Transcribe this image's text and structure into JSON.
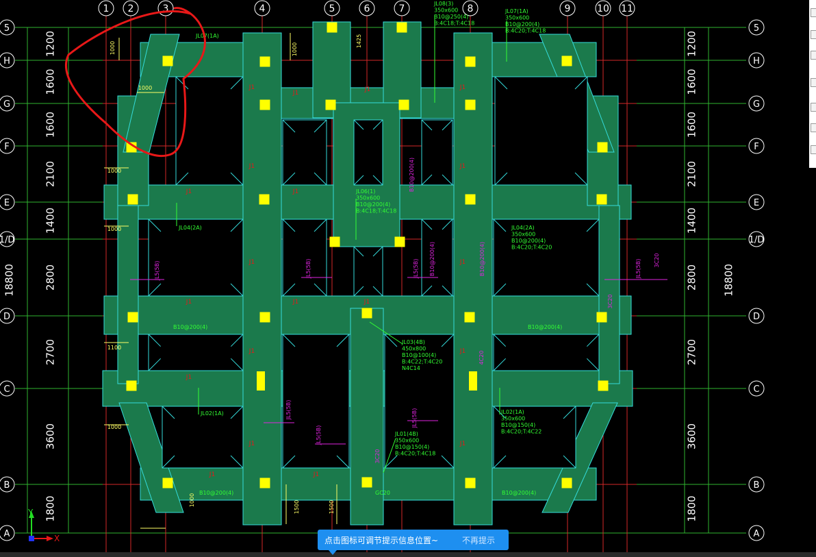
{
  "grid": {
    "top_labels": [
      "1",
      "2",
      "3",
      "4",
      "5",
      "6",
      "7",
      "8",
      "9",
      "10",
      "11"
    ],
    "side_labels": [
      "5",
      "H",
      "G",
      "F",
      "E",
      "1/D",
      "D",
      "C",
      "B",
      "A"
    ],
    "left_dims": [
      "1200",
      "1600",
      "1600",
      "2100",
      "1400",
      "2800",
      "2700",
      "3600",
      "1800"
    ],
    "right_dims": [
      "1200",
      "1600",
      "1600",
      "2100",
      "1400",
      "2800",
      "2700",
      "3600",
      "1800"
    ],
    "total_dim": "18800"
  },
  "dim_labels": [
    "1000",
    "1000",
    "1425",
    "1000",
    "1000",
    "1000",
    "1100",
    "1000",
    "1000",
    "1500",
    "1500"
  ],
  "beam_labels": {
    "jl07_top_left": "JL07(1A)",
    "jl08": [
      "JL08(3)",
      "350x600",
      "B10@250(4)",
      "B:4C18;T:4C18"
    ],
    "jl07_top_right": [
      "JL07(1A)",
      "350x600",
      "B10@200(4)",
      "B:4C20;T:4C18"
    ],
    "jl06": [
      "JL06(1)",
      "350x600",
      "B10@200(4)",
      "B:4C18;T:4C18"
    ],
    "jl04_left": "JL04(2A)",
    "jl04_right": [
      "JL04(2A)",
      "350x600",
      "B10@200(4)",
      "B:4C20;T:4C20"
    ],
    "jl03": [
      "JL03(4B)",
      "450x800",
      "B10@100(4)",
      "B:4C22;T:4C20",
      "N4C14"
    ],
    "jl02_left": "JL02(1A)",
    "jl02_right": [
      "JL02(1A)",
      "350x600",
      "B10@150(4)",
      "B:4C20;T:4C22"
    ],
    "jl01": [
      "JL01(4B)",
      "350x600",
      "B10@150(4)",
      "B:4C20;T:4C18"
    ],
    "stirrups": [
      "B10@200(4)",
      "B10@200(4)",
      "B10@200(4)",
      "B10@200(4)"
    ],
    "jl05": [
      "JL5(5B)",
      "JL5(5B)",
      "JL5(5B)",
      "JL5(5B)",
      "JL5(5B)",
      "JL5(5B)",
      "JL5(5B)"
    ],
    "j_marks": [
      "J1",
      "J1",
      "J1",
      "J1",
      "J1",
      "J1",
      "J1",
      "J1",
      "J1",
      "J1",
      "J1",
      "J1",
      "J1",
      "J1",
      "J1",
      "J1",
      "J1",
      "J1",
      "J1",
      "J1"
    ],
    "misc_magenta": [
      "B10@200(4)",
      "B10@200(4)",
      "B10@200(4)",
      "3C20",
      "3C20",
      "4C20",
      "3C20"
    ],
    "gc": "GC20"
  },
  "axis_indicator": {
    "x": "X",
    "y": "Y"
  },
  "tooltip": {
    "text": "点击图标可调节提示信息位置~",
    "dismiss": "不再提示"
  },
  "colors": {
    "background": "#000000",
    "beam_fill": "#1b7a4c",
    "beam_edge": "#35dcdc",
    "grid_green": "#2fb52f",
    "grid_red": "#d42828",
    "column": "#ffff00",
    "text_green": "#33ff33",
    "text_magenta": "#e024e0",
    "markup_red": "#e81818",
    "tooltip_bg": "#1e8ff0"
  }
}
